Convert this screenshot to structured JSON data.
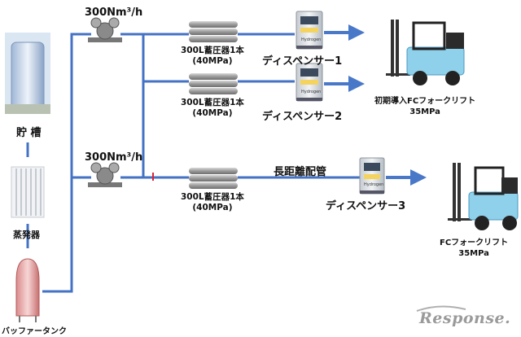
{
  "nodes": {
    "storage_tank": "貯 槽",
    "evaporator": "蒸発器",
    "buffer_tank": "バッファータンク",
    "compressor1_rate": "300Nm³/h",
    "compressor2_rate": "300Nm³/h",
    "accumulator1": {
      "line1": "300L蓄圧器1本",
      "line2": "(40MPa)"
    },
    "accumulator2": {
      "line1": "300L蓄圧器1本",
      "line2": "(40MPa)"
    },
    "accumulator3": {
      "line1": "300L蓄圧器1本",
      "line2": "(40MPa)"
    },
    "dispenser1": "ディスペンサー1",
    "dispenser2": "ディスペンサー2",
    "dispenser3": "ディスペンサー3",
    "long_pipe": "長距離配管",
    "forklift1": {
      "line1": "初期導入FCフォークリフト",
      "line2": "35MPa"
    },
    "forklift2": {
      "line1": "FCフォークリフト",
      "line2": "35MPa"
    },
    "dispenser_panel": "Hydrogen"
  },
  "watermark": "Response.",
  "colors": {
    "pipe": "#4472c4",
    "arrow": "#4a78c8",
    "cylinder": "#8c8c8c",
    "forklift": "#8fd0ea"
  }
}
